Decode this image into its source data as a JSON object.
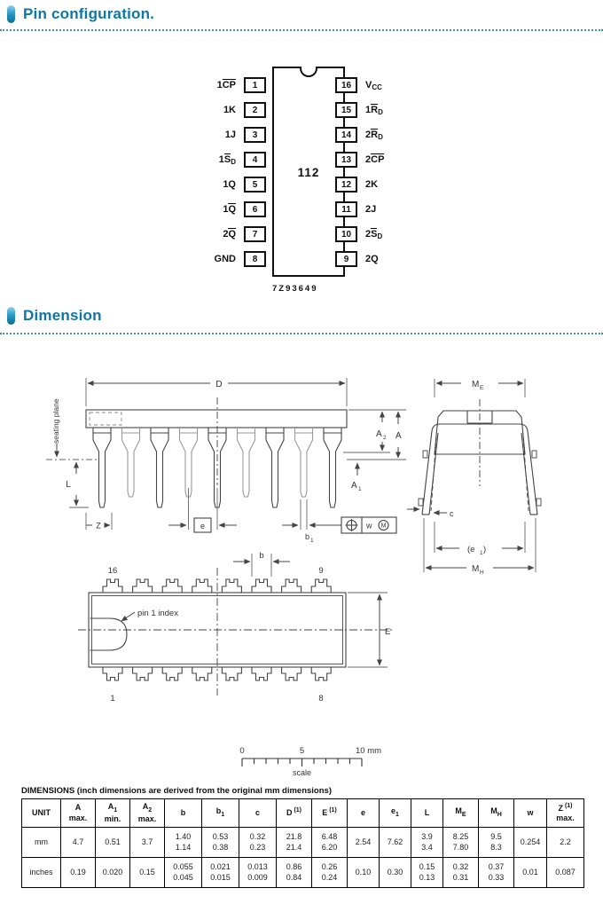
{
  "colors": {
    "heading": "#0d77a6",
    "dotted_rule": "#47929f",
    "ink": "#333333",
    "gray_lead": "#999999"
  },
  "sections": {
    "pin_config_title": "Pin configuration.",
    "dimension_title": "Dimension"
  },
  "pin_diagram": {
    "chip_label": "112",
    "figure_code": "7Z93649",
    "left_pins": [
      {
        "num": "1",
        "label": [
          {
            "t": "1"
          },
          {
            "t": "CP",
            "ov": true
          }
        ]
      },
      {
        "num": "2",
        "label": [
          {
            "t": "1K"
          }
        ]
      },
      {
        "num": "3",
        "label": [
          {
            "t": "1J"
          }
        ]
      },
      {
        "num": "4",
        "label": [
          {
            "t": "1"
          },
          {
            "t": "S",
            "ov": true
          },
          {
            "t": "D",
            "sub": true
          }
        ]
      },
      {
        "num": "5",
        "label": [
          {
            "t": "1Q"
          }
        ]
      },
      {
        "num": "6",
        "label": [
          {
            "t": "1"
          },
          {
            "t": "Q",
            "ov": true
          }
        ]
      },
      {
        "num": "7",
        "label": [
          {
            "t": "2"
          },
          {
            "t": "Q",
            "ov": true
          }
        ]
      },
      {
        "num": "8",
        "label": [
          {
            "t": "GND"
          }
        ]
      }
    ],
    "right_pins": [
      {
        "num": "16",
        "label": [
          {
            "t": "V"
          },
          {
            "t": "CC",
            "sub": true
          }
        ]
      },
      {
        "num": "15",
        "label": [
          {
            "t": "1"
          },
          {
            "t": "R",
            "ov": true
          },
          {
            "t": "D",
            "sub": true
          }
        ]
      },
      {
        "num": "14",
        "label": [
          {
            "t": "2"
          },
          {
            "t": "R",
            "ov": true
          },
          {
            "t": "D",
            "sub": true
          }
        ]
      },
      {
        "num": "13",
        "label": [
          {
            "t": "2"
          },
          {
            "t": "CP",
            "ov": true
          }
        ]
      },
      {
        "num": "12",
        "label": [
          {
            "t": "2K"
          }
        ]
      },
      {
        "num": "11",
        "label": [
          {
            "t": "2J"
          }
        ]
      },
      {
        "num": "10",
        "label": [
          {
            "t": "2"
          },
          {
            "t": "S",
            "ov": true
          },
          {
            "t": "D",
            "sub": true
          }
        ]
      },
      {
        "num": "9",
        "label": [
          {
            "t": "2Q"
          }
        ]
      }
    ]
  },
  "drawing_labels": {
    "seating_plane": "seating plane",
    "D": "D",
    "A": "A",
    "A1": [
      "A",
      "1"
    ],
    "A2": [
      "A",
      "2"
    ],
    "L": "L",
    "Z": "Z",
    "e": "e",
    "b1": [
      "b",
      "1"
    ],
    "w": "w",
    "m_circle": "M",
    "ME": [
      "M",
      "E"
    ],
    "MH": [
      "M",
      "H"
    ],
    "e1": [
      "(e",
      "1",
      ")"
    ],
    "c": "c",
    "b": "b",
    "E": "E",
    "pin1_index": "pin 1 index",
    "corner_pins": {
      "top_left": "16",
      "top_right": "9",
      "bottom_left": "1",
      "bottom_right": "8"
    }
  },
  "scale_bar": {
    "start": "0",
    "mid": "5",
    "end": "10 mm",
    "caption": "scale"
  },
  "table": {
    "title": "DIMENSIONS (inch dimensions are derived from the original mm dimensions)",
    "columns": [
      {
        "main": "UNIT"
      },
      {
        "main": "A",
        "line2": "max."
      },
      {
        "main": "A",
        "sub": "1",
        "line2": "min."
      },
      {
        "main": "A",
        "sub": "2",
        "line2": "max."
      },
      {
        "main": "b"
      },
      {
        "main": "b",
        "sub": "1"
      },
      {
        "main": "c"
      },
      {
        "main": "D",
        "sup": "(1)"
      },
      {
        "main": "E",
        "sup": "(1)"
      },
      {
        "main": "e"
      },
      {
        "main": "e",
        "sub": "1"
      },
      {
        "main": "L"
      },
      {
        "main": "M",
        "sub": "E"
      },
      {
        "main": "M",
        "sub": "H"
      },
      {
        "main": "w"
      },
      {
        "main": "Z",
        "sup": "(1)",
        "line2": "max."
      }
    ],
    "rows": [
      {
        "unit": "mm",
        "values": [
          [
            "4.7"
          ],
          [
            "0.51"
          ],
          [
            "3.7"
          ],
          [
            "1.40",
            "1.14"
          ],
          [
            "0.53",
            "0.38"
          ],
          [
            "0.32",
            "0.23"
          ],
          [
            "21.8",
            "21.4"
          ],
          [
            "6.48",
            "6.20"
          ],
          [
            "2.54"
          ],
          [
            "7.62"
          ],
          [
            "3.9",
            "3.4"
          ],
          [
            "8.25",
            "7.80"
          ],
          [
            "9.5",
            "8.3"
          ],
          [
            "0.254"
          ],
          [
            "2.2"
          ]
        ]
      },
      {
        "unit": "inches",
        "values": [
          [
            "0.19"
          ],
          [
            "0.020"
          ],
          [
            "0.15"
          ],
          [
            "0.055",
            "0.045"
          ],
          [
            "0.021",
            "0.015"
          ],
          [
            "0.013",
            "0.009"
          ],
          [
            "0.86",
            "0.84"
          ],
          [
            "0.26",
            "0.24"
          ],
          [
            "0.10"
          ],
          [
            "0.30"
          ],
          [
            "0.15",
            "0.13"
          ],
          [
            "0.32",
            "0.31"
          ],
          [
            "0.37",
            "0.33"
          ],
          [
            "0.01"
          ],
          [
            "0.087"
          ]
        ]
      }
    ]
  }
}
